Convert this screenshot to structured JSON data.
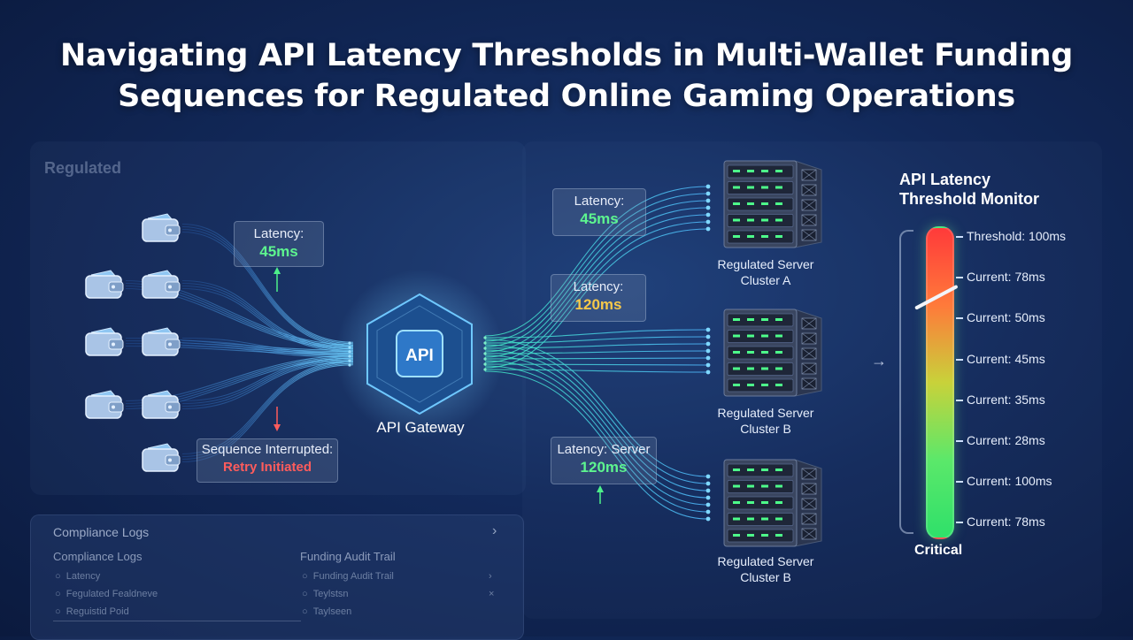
{
  "title": {
    "line1": "Navigating API Latency Thresholds in Multi-Wallet Funding",
    "line2": "Sequences for Regulated Online Gaming Operations"
  },
  "background_panel": {
    "label": "Regulated"
  },
  "wallet_count": 8,
  "latency_left": {
    "label": "Latency:",
    "value": "45ms"
  },
  "interrupted": {
    "label": "Sequence Interrupted:",
    "value": "Retry Initiated"
  },
  "gateway": {
    "chip_text": "API",
    "label": "API Gateway"
  },
  "latency_right": [
    {
      "label": "Latency:",
      "value": "45ms"
    },
    {
      "label": "Latency:",
      "value": "120ms"
    },
    {
      "label": "Latency: Server",
      "value": "120ms"
    }
  ],
  "clusters": [
    {
      "line1": "Regulated Server",
      "line2": "Cluster A"
    },
    {
      "line1": "Regulated Server",
      "line2": "Cluster B"
    },
    {
      "line1": "Regulated Server",
      "line2": "Cluster B"
    }
  ],
  "monitor": {
    "title_line1": "API Latency",
    "title_line2": "Threshold Monitor",
    "ticks": [
      "Threshold: 100ms",
      "Current: 78ms",
      "Current: 50ms",
      "Current: 45ms",
      "Current: 35ms",
      "Current: 28ms",
      "Current: 100ms",
      "Current: 78ms"
    ],
    "bottom_label": "Critical"
  },
  "logs": {
    "header": "Compliance Logs",
    "left_column": {
      "title": "Compliance Logs",
      "items": [
        "Latency",
        "Fegulated Fealdneve",
        "Reguistid Poid"
      ]
    },
    "right_column": {
      "title": "Funding Audit Trail",
      "items": [
        "Funding Audit Trail",
        "Teylstsn",
        "Taylseen"
      ]
    }
  },
  "colors": {
    "accent_green": "#5df58f",
    "accent_yellow": "#f5c84a",
    "accent_red": "#ff5c5c",
    "flow_blue": "#4fc3ff",
    "flow_green": "#3fe68a"
  }
}
